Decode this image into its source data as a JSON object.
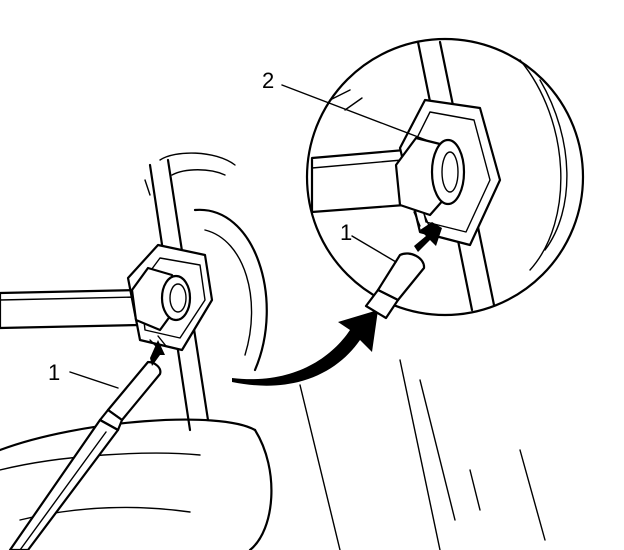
{
  "callouts": {
    "main_tool_number": "1",
    "inset_tool_number": "1",
    "inset_part_number": "2"
  }
}
